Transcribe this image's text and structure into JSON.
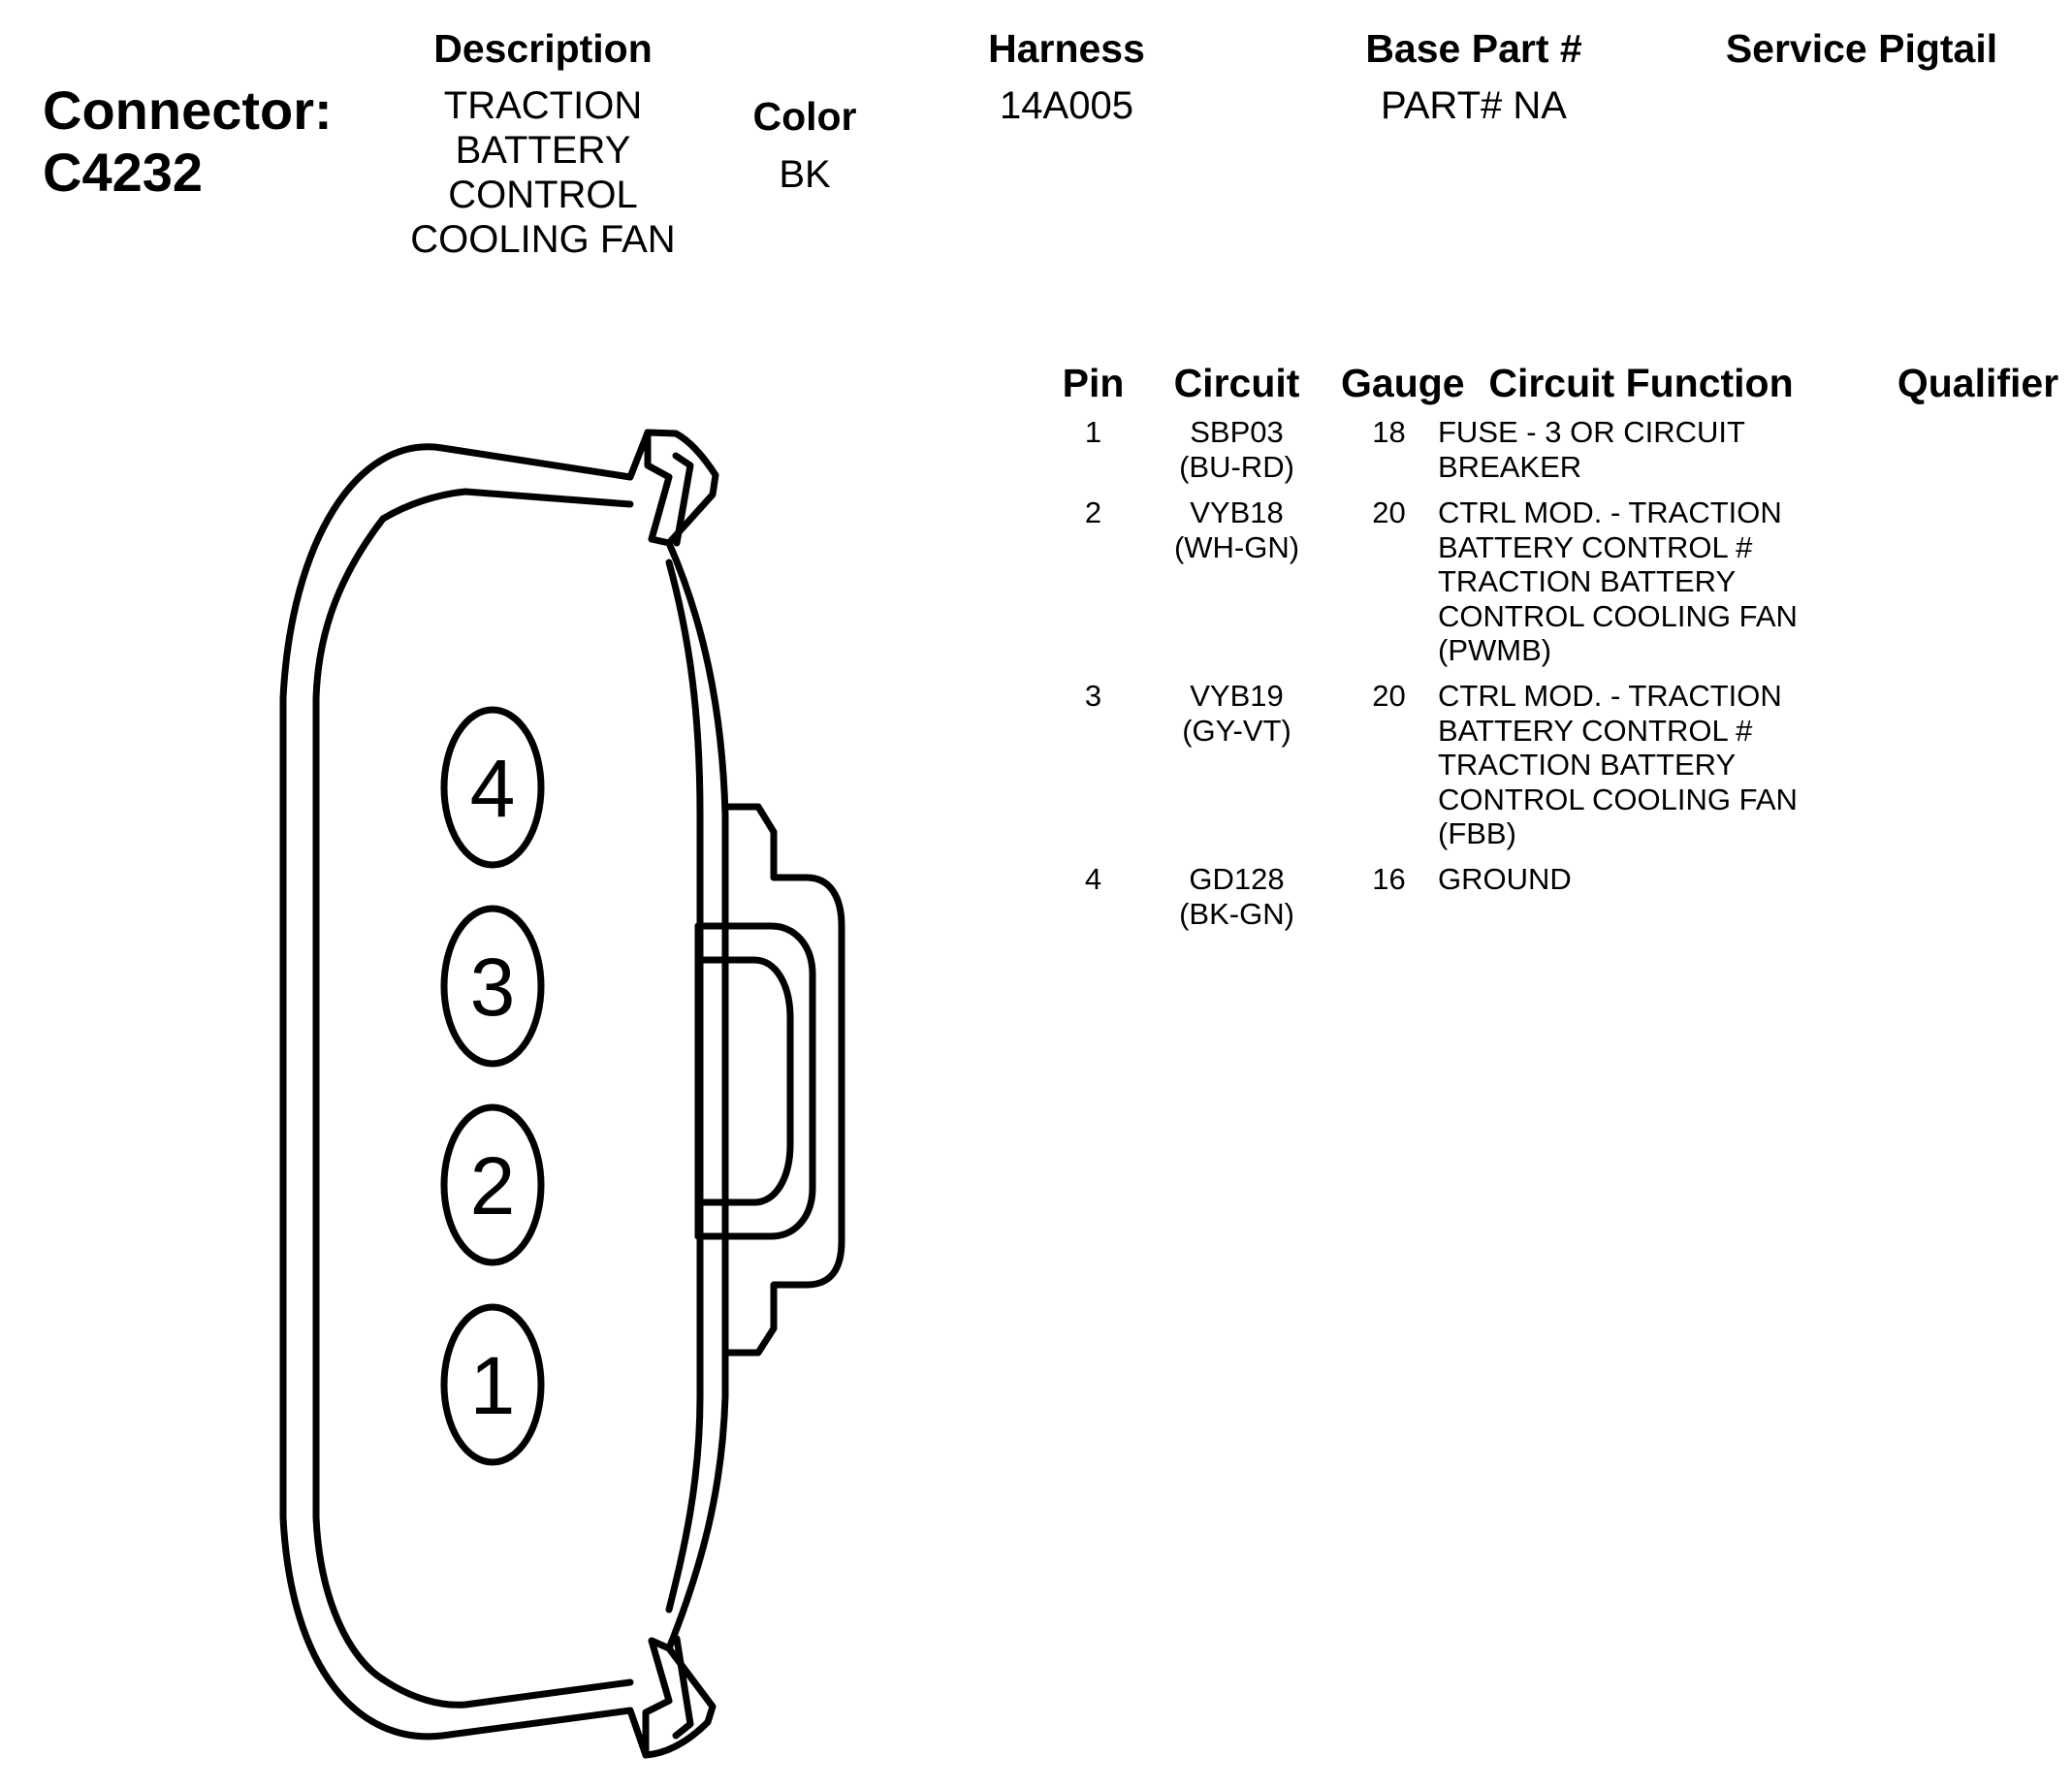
{
  "header": {
    "connector_label": "Connector:",
    "connector_id": "C4232",
    "description": {
      "label": "Description",
      "lines": [
        "TRACTION",
        "BATTERY",
        "CONTROL",
        "COOLING FAN"
      ]
    },
    "color": {
      "label": "Color",
      "value": "BK"
    },
    "harness": {
      "label": "Harness",
      "value": "14A005"
    },
    "base_part": {
      "label": "Base Part #",
      "value": "PART# NA"
    },
    "service_pigtail": {
      "label": "Service Pigtail",
      "value": ""
    }
  },
  "table": {
    "headers": {
      "pin": "Pin",
      "circuit": "Circuit",
      "gauge": "Gauge",
      "function": "Circuit Function",
      "qualifier": "Qualifier"
    },
    "rows": [
      {
        "pin": "1",
        "circuit": "SBP03",
        "wire_color": "(BU-RD)",
        "gauge": "18",
        "function_lines": [
          "FUSE - 3 OR CIRCUIT",
          "BREAKER"
        ],
        "qualifier": ""
      },
      {
        "pin": "2",
        "circuit": "VYB18",
        "wire_color": "(WH-GN)",
        "gauge": "20",
        "function_lines": [
          "CTRL MOD. - TRACTION",
          "BATTERY CONTROL #",
          "TRACTION BATTERY",
          "CONTROL COOLING FAN",
          "(PWMB)"
        ],
        "qualifier": ""
      },
      {
        "pin": "3",
        "circuit": "VYB19",
        "wire_color": "(GY-VT)",
        "gauge": "20",
        "function_lines": [
          "CTRL MOD. - TRACTION",
          "BATTERY CONTROL #",
          "TRACTION BATTERY",
          "CONTROL COOLING FAN",
          "(FBB)"
        ],
        "qualifier": ""
      },
      {
        "pin": "4",
        "circuit": "GD128",
        "wire_color": "(BK-GN)",
        "gauge": "16",
        "function_lines": [
          "GROUND"
        ],
        "qualifier": ""
      }
    ]
  },
  "diagram": {
    "pin_labels": [
      "4",
      "3",
      "2",
      "1"
    ]
  }
}
